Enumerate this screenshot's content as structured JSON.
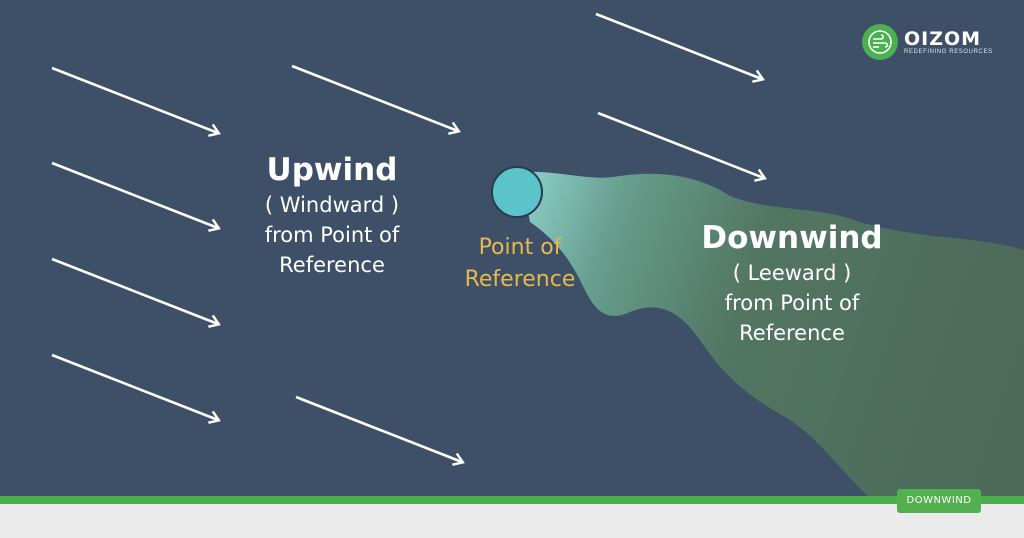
{
  "upwind": {
    "heading": "Upwind",
    "line1": "( Windward )",
    "line2": "from Point of",
    "line3": "Reference"
  },
  "downwind": {
    "heading": "Downwind",
    "line1": "( Leeward )",
    "line2": "from Point of",
    "line3": "Reference"
  },
  "point_of_reference": {
    "line1": "Point of",
    "line2": "Reference"
  },
  "logo": {
    "name": "OIZOM",
    "tagline": "REDEFINING RESOURCES"
  },
  "badge": {
    "label": "DOWNWIND"
  },
  "colors": {
    "background": "#3d5068",
    "arrow": "#ffffff",
    "point_fill": "#5bc4cb",
    "plume": "#4f6f58",
    "label_accent": "#e7b84c",
    "brand_green": "#4caf50"
  },
  "icons": {
    "wind_arrow": "arrow-icon",
    "logo_mark": "oizom-logo-icon"
  }
}
